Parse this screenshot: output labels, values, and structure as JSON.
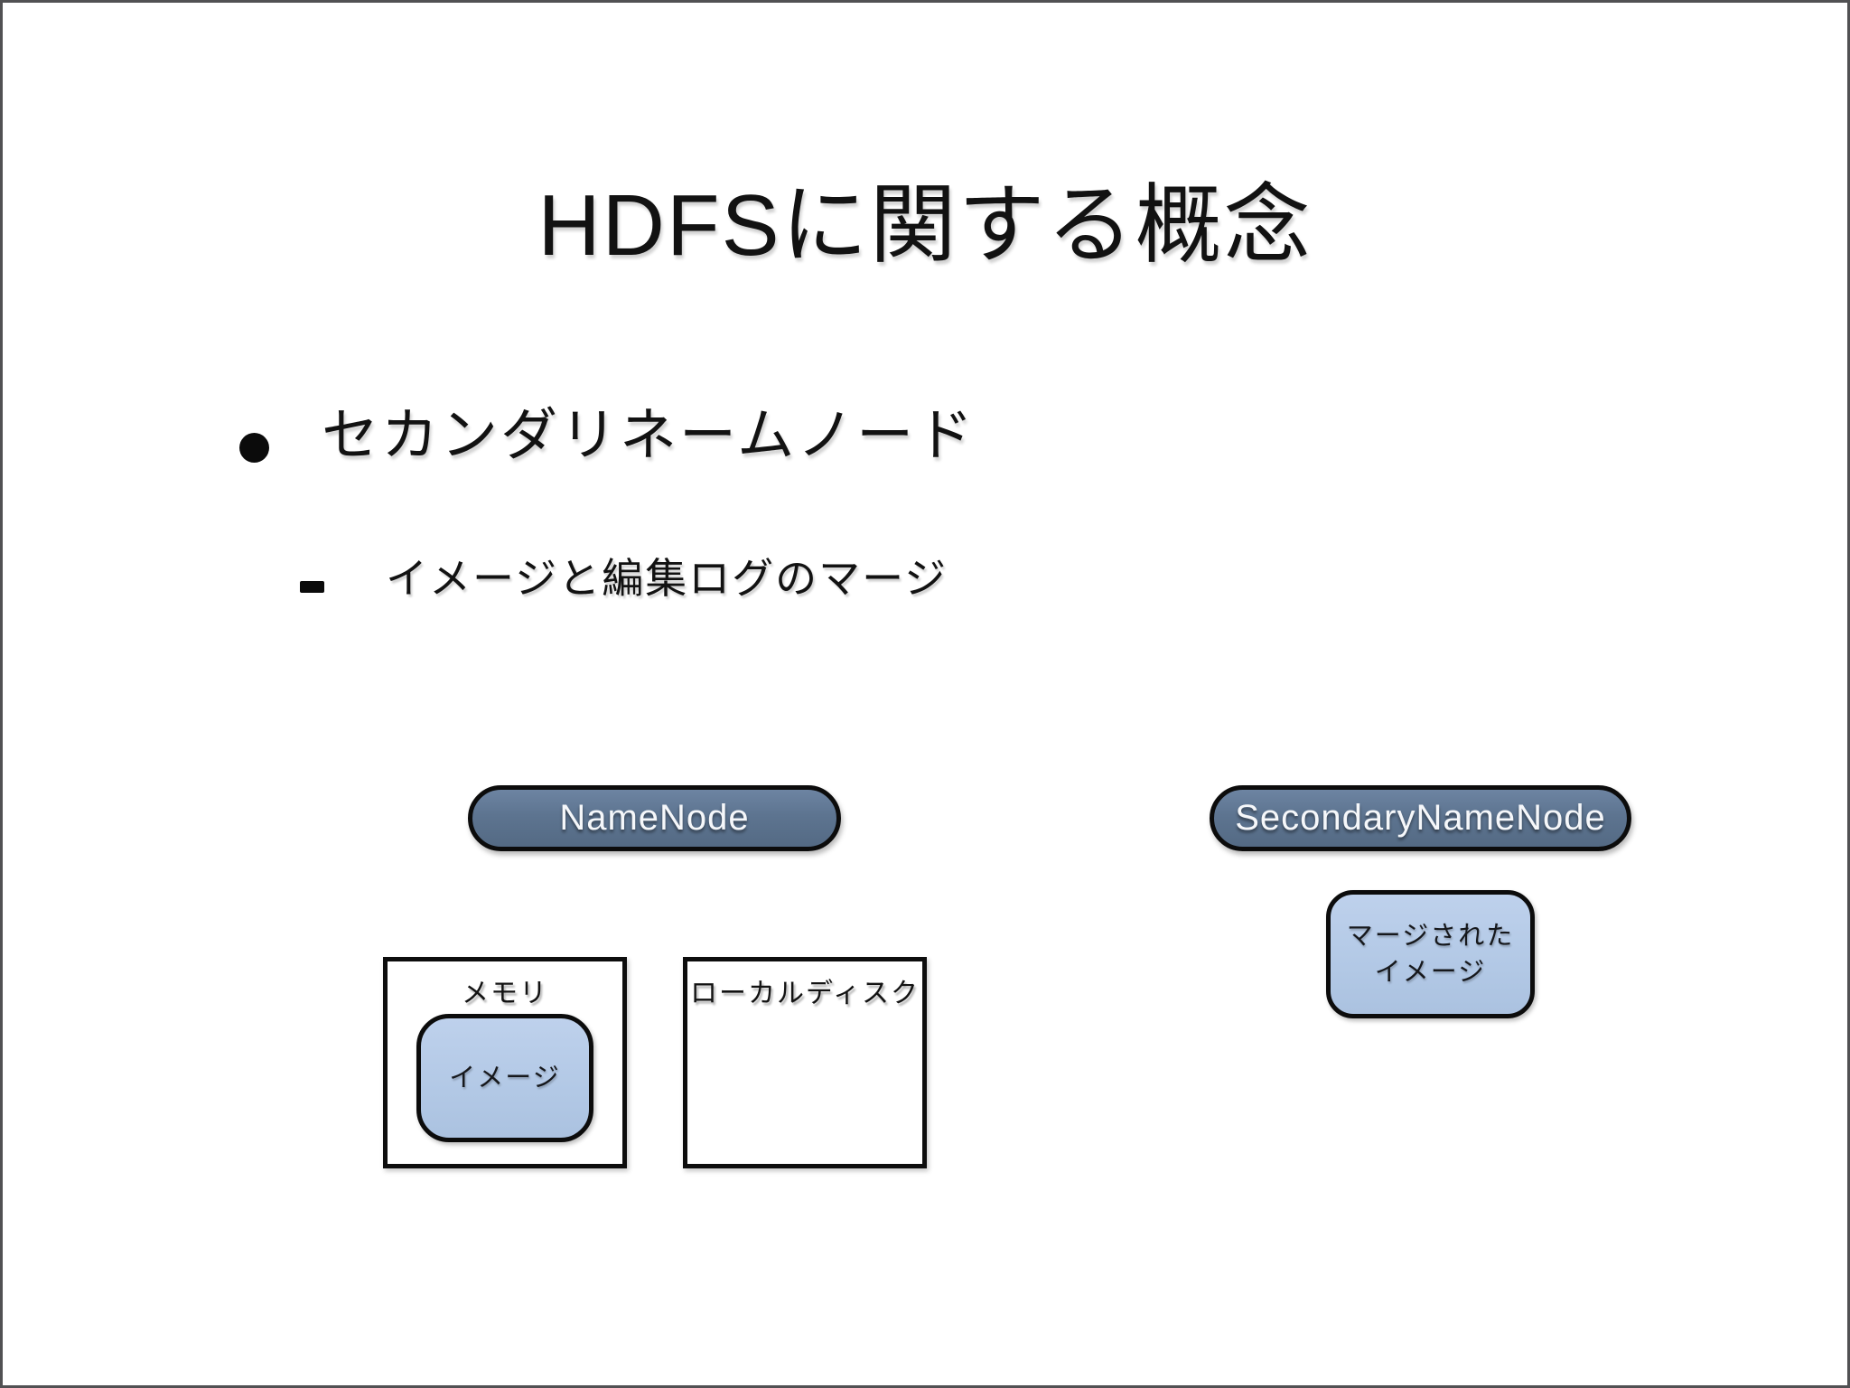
{
  "slide": {
    "title": "HDFSに関する概念",
    "bullets": {
      "main": "セカンダリネームノード",
      "sub": "イメージと編集ログのマージ"
    }
  },
  "diagram": {
    "namenode": {
      "label": "NameNode"
    },
    "secondary_namenode": {
      "label": "SecondaryNameNode"
    },
    "memory_box": {
      "label": "メモリ",
      "image": {
        "label": "イメージ"
      }
    },
    "local_disk_box": {
      "label": "ローカルディスク"
    },
    "merged_image_box": {
      "line1": "マージされた",
      "line2": "イメージ"
    }
  },
  "colors": {
    "background": "#ffffff",
    "slide_border": "#515153",
    "text": "#121212",
    "node_pill_fill": "#5d7490",
    "node_pill_text": "#f5f7fa",
    "highlight_fill": "#b3c9e6",
    "shape_outline": "#0c0c0c"
  }
}
